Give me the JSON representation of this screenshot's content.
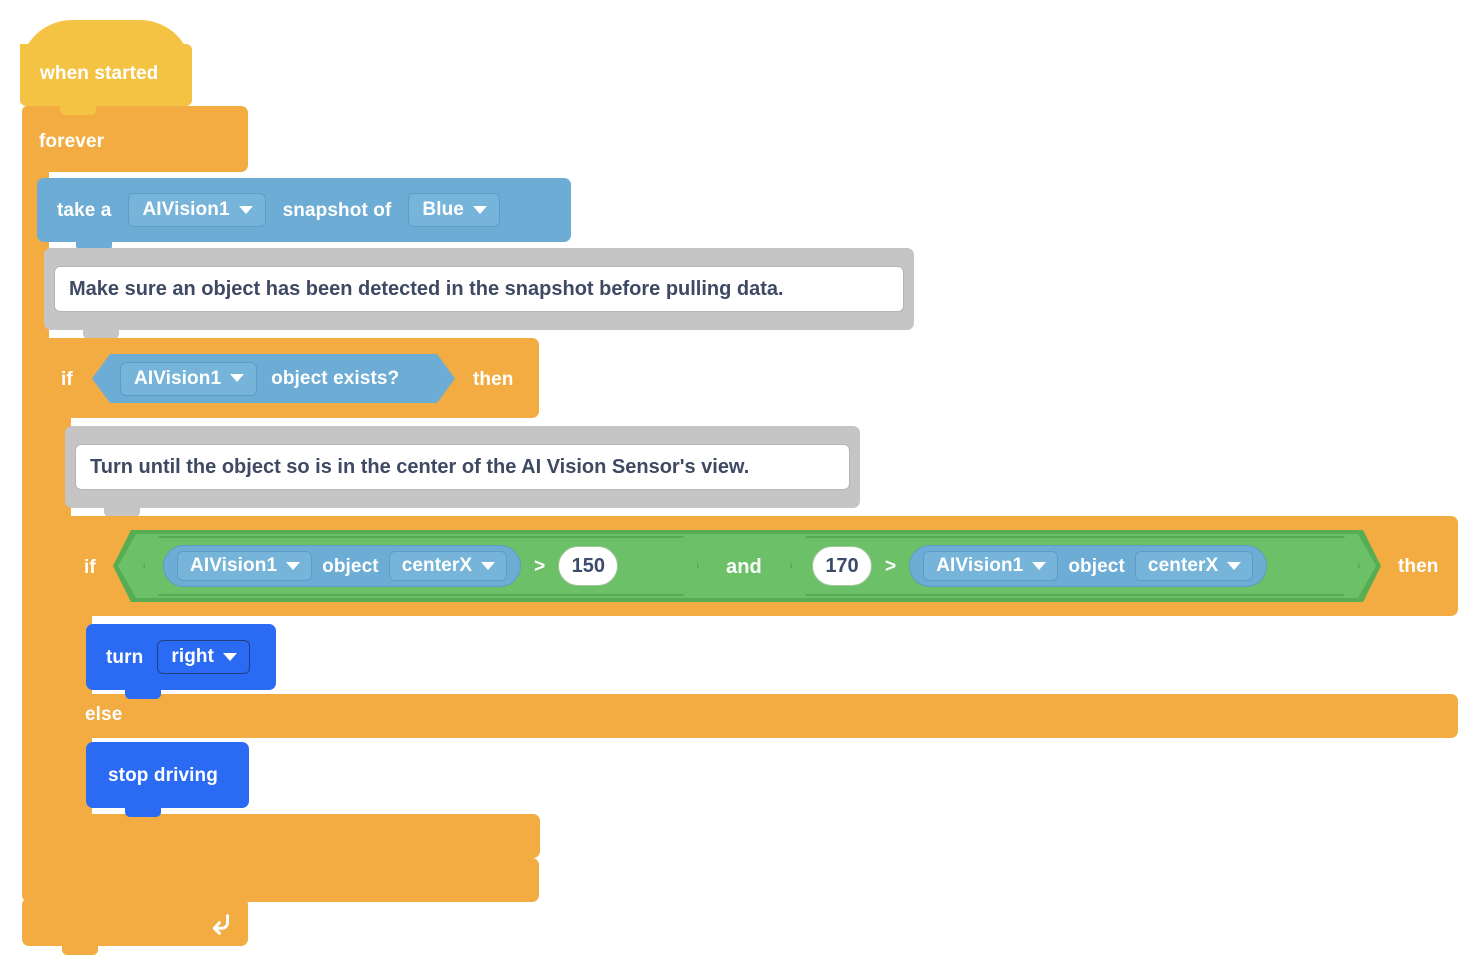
{
  "workspace": {
    "title": "VEXcode AI Vision blocks",
    "background": "#FFFFFF"
  },
  "colors": {
    "hat_yellow": "#F5C344",
    "control_orange": "#F2AC41",
    "sensing_blue": "#6CACD5",
    "drivetrain_blue": "#2B6BF3",
    "operator_green": "#6CC067",
    "comment_gray": "#C5C5C5",
    "comment_text": "#3E4A63",
    "number_text": "#3B4B6B",
    "block_text": "#FFFFFF"
  },
  "blocks": {
    "when_started": {
      "label": "when started"
    },
    "forever": {
      "label": "forever",
      "loop_icon": "loop-arrow-icon"
    },
    "snapshot": {
      "prefix": "take a",
      "device": "AIVision1",
      "middle": "snapshot of",
      "target": "Blue",
      "caret_icon": "chevron-down-icon"
    },
    "comment_1": {
      "text": "Make sure an object has been detected in the snapshot before pulling data."
    },
    "if_exists": {
      "if_label": "if",
      "then_label": "then",
      "device": "AIVision1",
      "predicate": "object exists?"
    },
    "comment_2": {
      "text": "Turn until the object so is in the center of the AI Vision Sensor's view."
    },
    "if_center": {
      "if_label": "if",
      "then_label": "then",
      "else_label": "else",
      "operator": "and",
      "left": {
        "device": "AIVision1",
        "object_label": "object",
        "property": "centerX",
        "comparator": ">",
        "value": "150"
      },
      "right": {
        "value": "170",
        "comparator": ">",
        "device": "AIVision1",
        "object_label": "object",
        "property": "centerX"
      }
    },
    "turn": {
      "label": "turn",
      "direction": "right"
    },
    "stop_driving": {
      "label": "stop driving"
    }
  }
}
